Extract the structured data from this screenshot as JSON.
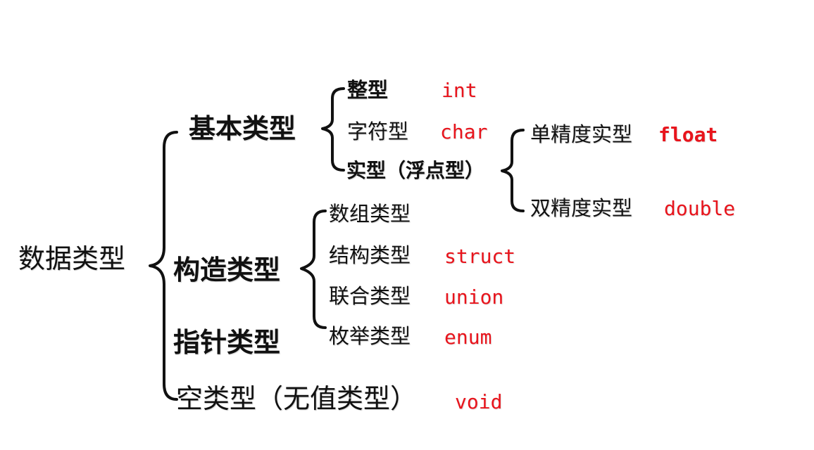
{
  "colors": {
    "text": "#111111",
    "keyword": "#e8141c",
    "brace": "#111111"
  },
  "root": {
    "label": "数据类型"
  },
  "basic": {
    "label": "基本类型",
    "items": [
      {
        "label": "整型",
        "keyword": "int"
      },
      {
        "label": "字符型",
        "keyword": "char"
      },
      {
        "label": "实型（浮点型）"
      }
    ],
    "float_types": [
      {
        "label": "单精度实型",
        "keyword": "float"
      },
      {
        "label": "双精度实型",
        "keyword": "double"
      }
    ]
  },
  "constructed": {
    "label": "构造类型",
    "items": [
      {
        "label": "数组类型"
      },
      {
        "label": "结构类型",
        "keyword": "struct"
      },
      {
        "label": "联合类型",
        "keyword": "union"
      },
      {
        "label": "枚举类型",
        "keyword": "enum"
      }
    ]
  },
  "pointer": {
    "label": "指针类型"
  },
  "void_type": {
    "label": "空类型（无值类型）",
    "keyword": "void"
  }
}
